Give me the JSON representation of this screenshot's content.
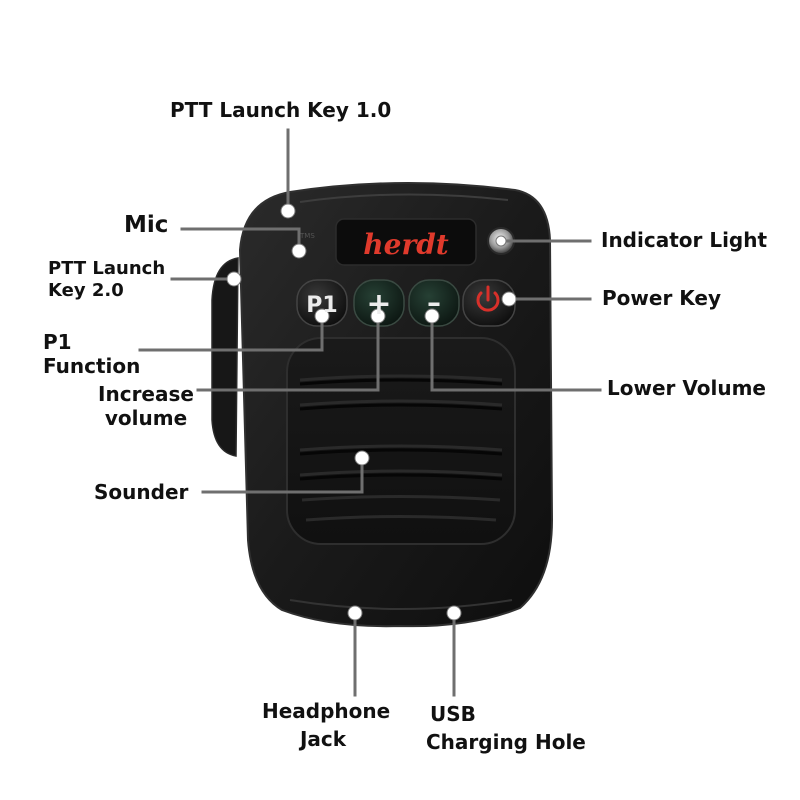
{
  "brand": {
    "logo": "herdt",
    "logo_color": "#e03a2c"
  },
  "buttons": {
    "p1": "P1",
    "plus": "+",
    "minus": "–",
    "power_icon": "power-icon",
    "power_color": "#d8302a"
  },
  "callouts": {
    "ptt1": "PTT Launch Key 1.0",
    "mic": "Mic",
    "ptt2_line1": "PTT Launch",
    "ptt2_line2": "Key 2.0",
    "p1_line1": "P1",
    "p1_line2": "Function",
    "inc_line1": "Increase",
    "inc_line2": "volume",
    "sounder": "Sounder",
    "indicator": "Indicator Light",
    "power": "Power Key",
    "lower": "Lower Volume",
    "headphone_line1": "Headphone",
    "headphone_line2": "Jack",
    "usb_line1": "USB",
    "usb_line2": "Charging Hole"
  },
  "colors": {
    "body": "#1b1b1b",
    "leader": "#6f6f6f",
    "dot": "#ffffff"
  }
}
